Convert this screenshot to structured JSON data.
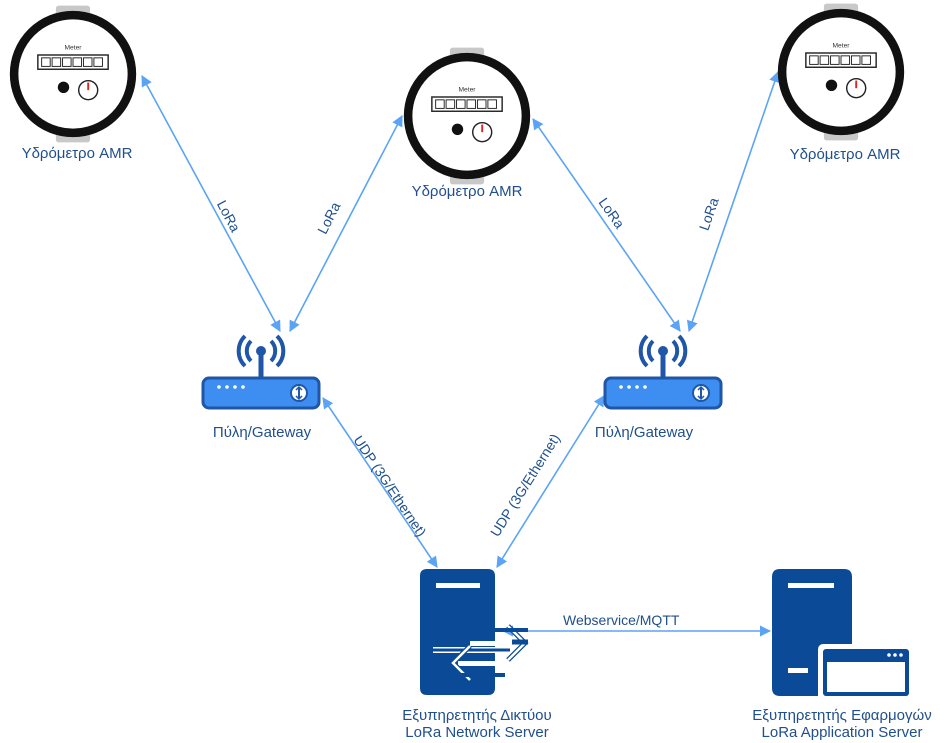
{
  "nodes": {
    "meter_left": {
      "label": "Υδρόμετρο AMR",
      "screen_text": "Meter"
    },
    "meter_center": {
      "label": "Υδρόμετρο AMR",
      "screen_text": "Meter"
    },
    "meter_right": {
      "label": "Υδρόμετρο AMR",
      "screen_text": "Meter"
    },
    "gateway_left": {
      "label": "Πύλη/Gateway"
    },
    "gateway_right": {
      "label": "Πύλη/Gateway"
    },
    "network_server": {
      "label_line1": "Εξυπηρετητής Δικτύου",
      "label_line2": "LoRa Network Server"
    },
    "application_server": {
      "label_line1": "Εξυπηρετητής Εφαρμογών",
      "label_line2": "LoRa Application Server"
    }
  },
  "edges": {
    "meter_left_to_gateway_left": "LoRa",
    "meter_center_to_gateway_left": "LoRa",
    "meter_center_to_gateway_right": "LoRa",
    "meter_right_to_gateway_right": "LoRa",
    "gateway_left_to_network": "UDP (3G/Ethernet)",
    "gateway_right_to_network": "UDP (3G/Ethernet)",
    "network_to_application": "Webservice/MQTT"
  },
  "colors": {
    "connector": "#5ba4f5",
    "server_blue": "#0b4a96",
    "gateway_blue": "#3d8ef0",
    "label_text": "#1f4f8c"
  }
}
